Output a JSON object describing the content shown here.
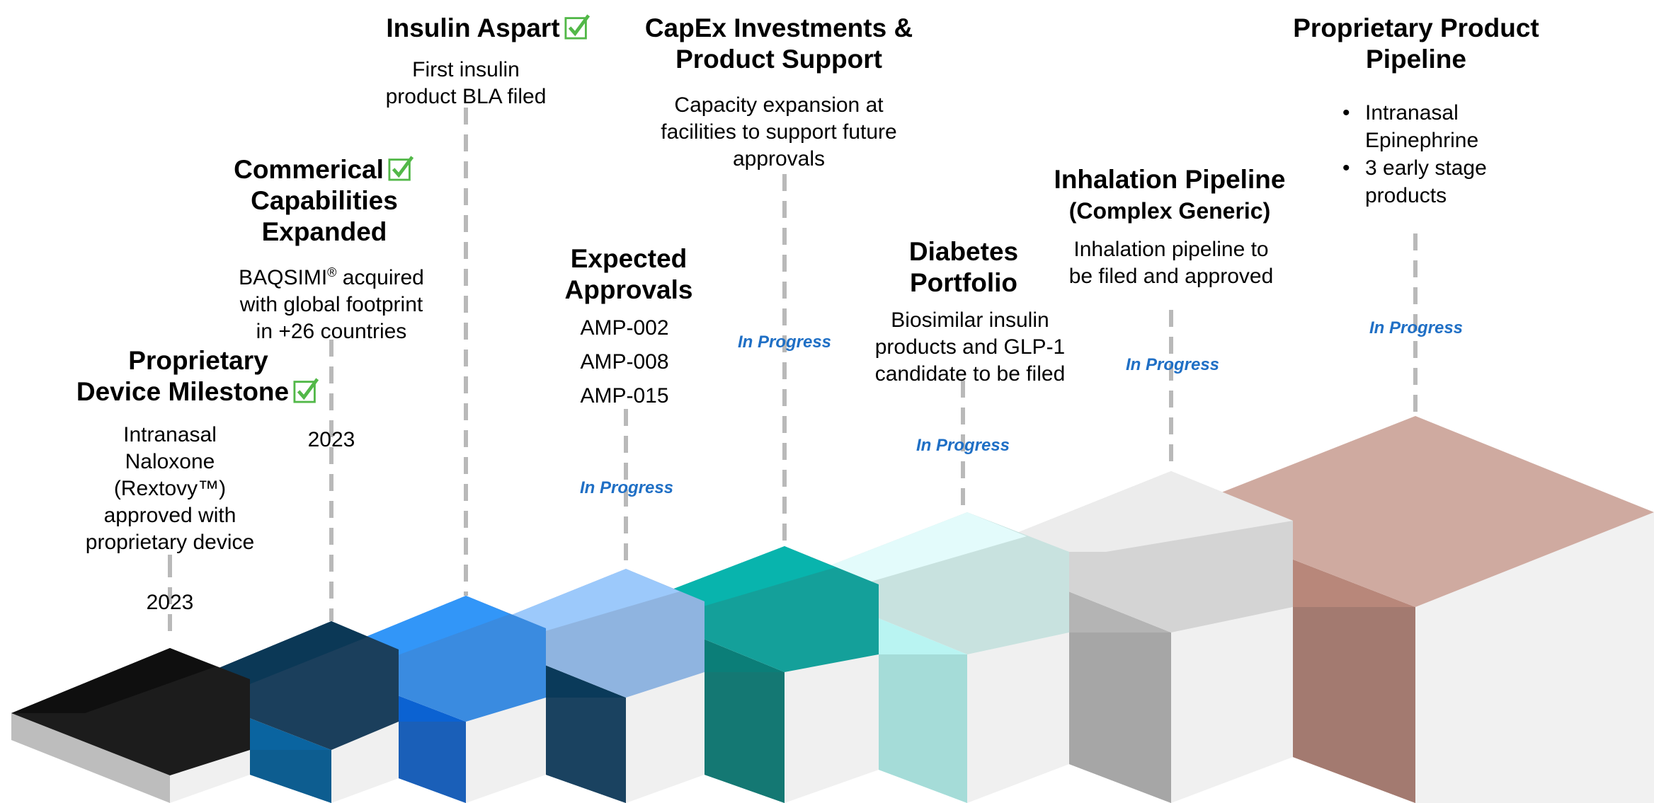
{
  "milestones": [
    {
      "title_line1": "Proprietary",
      "title_line2": "Device Milestone",
      "completed": true,
      "desc": [
        "Intranasal",
        "Naloxone",
        "(Rextovy™)",
        "approved with",
        "proprietary device"
      ],
      "year": "2023",
      "color": "#151515"
    },
    {
      "title_line1": "Commerical",
      "title_line2": "Capabilities",
      "title_line3": "Expanded",
      "completed": true,
      "desc_line1_a": "BAQSIMI",
      "desc_line1_sup": "®",
      "desc_line1_b": " acquired",
      "desc_line2": "with global footprint",
      "desc_line3": "in +26 countries",
      "year": "2023",
      "color": "#0d3a5c"
    },
    {
      "title_line1": "Insulin Aspart",
      "completed": true,
      "desc": [
        "First insulin",
        "product BLA filed"
      ],
      "color": "#1c7ef0"
    },
    {
      "title_line1": "Expected",
      "title_line2": "Approvals",
      "items": [
        "AMP-002",
        "AMP-008",
        "AMP-015"
      ],
      "status": "In Progress",
      "color": "#8fb7e6"
    },
    {
      "title_line1": "CapEx Investments &",
      "title_line2": "Product Support",
      "desc": [
        "Capacity expansion at",
        "facilities to support future",
        "approvals"
      ],
      "status": "In Progress",
      "color": "#0e9e96"
    },
    {
      "title_line1": "Diabetes",
      "title_line2": "Portfolio",
      "desc": [
        "Biosimilar insulin",
        "products and GLP-1",
        "candidate to be filed"
      ],
      "status": "In Progress",
      "color": "#bff7f7"
    },
    {
      "title_line1": "Inhalation Pipeline",
      "title_line2": "(Complex Generic)",
      "desc": [
        "Inhalation pipeline to",
        "be filed and approved"
      ],
      "status": "In Progress",
      "color": "#d2d2d2"
    },
    {
      "title_line1": "Proprietary Product",
      "title_line2": "Pipeline",
      "bullets": [
        "Intranasal Epinephrine",
        "3 early stage products"
      ],
      "bullet1_line1": "Intranasal",
      "bullet1_line2": "Epinephrine",
      "bullet2_line1": "3 early stage",
      "bullet2_line2": "products",
      "status": "In Progress",
      "color": "#c4a08f"
    }
  ],
  "check_icon_color": "#52b848",
  "status_color": "#1f6fc5"
}
